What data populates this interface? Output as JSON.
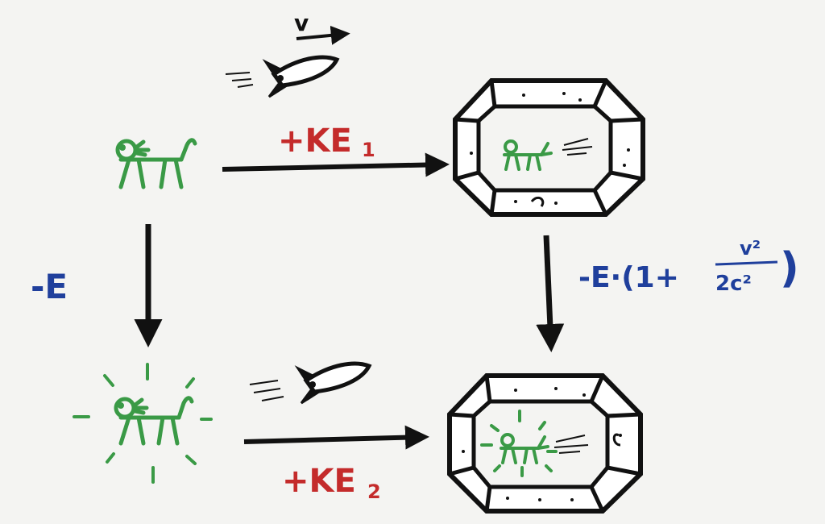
{
  "labels": {
    "velocity": "v",
    "ke1": "+KE",
    "ke1_sub": "1",
    "ke2": "+KE",
    "ke2_sub": "2",
    "minus_e": "-E",
    "minus_e_moving_prefix": "-E·(1+",
    "fraction_num": "v²",
    "fraction_den": "2c²",
    "minus_e_moving_suffix": ")"
  },
  "colors": {
    "ink": "#111111",
    "cat": "#3a9a46",
    "red_label": "#c42b2b",
    "blue_label": "#1f3f9c",
    "background": "#f4f4f2",
    "ship_wall": "#ffffff"
  },
  "icons": [
    "rocket-icon",
    "cat-icon",
    "glowing-cat-icon",
    "spaceship-icon"
  ]
}
